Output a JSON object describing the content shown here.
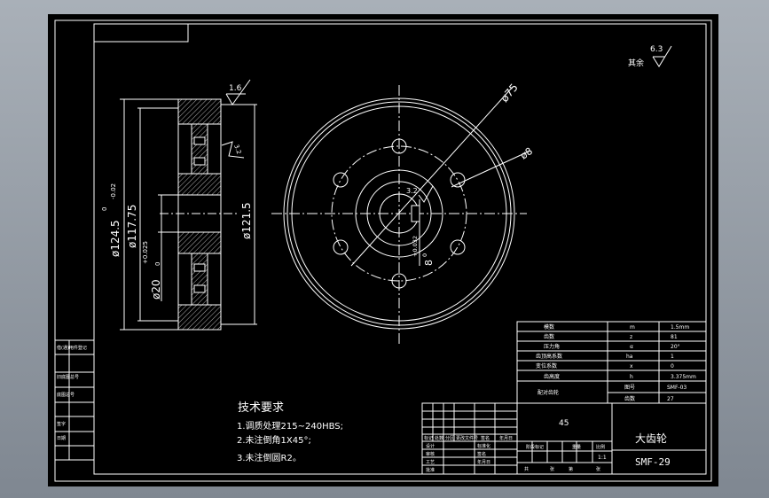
{
  "top_labels": {
    "surface_finish_general_label": "其余",
    "surface_finish_general_value": "6.3",
    "surface_finish_side": "1.6"
  },
  "side_view": {
    "dia_outer": "ø124.5",
    "dia_outer_tol_upper": "0",
    "dia_outer_tol_lower": "-0.02",
    "dia_mid": "ø117.75",
    "dia_bore": "ø20",
    "dia_bore_tol_upper": "+0.025",
    "dia_bore_tol_lower": "0",
    "dia_root": "ø121.5",
    "roughness_rib": "3.2"
  },
  "front_view": {
    "dia_pitch": "ø75",
    "dia_holes": "ø8",
    "keyway_roughness": "3.2",
    "keyway_dim": "8",
    "keyway_tol_upper": "+0.032",
    "keyway_tol_lower": "0"
  },
  "gear_table": {
    "rows": [
      {
        "name": "模数",
        "sym": "m",
        "val": "1.5mm"
      },
      {
        "name": "齿数",
        "sym": "z",
        "val": "81"
      },
      {
        "name": "压力角",
        "sym": "α",
        "val": "20°"
      },
      {
        "name": "齿顶高系数",
        "sym": "ha",
        "val": "1"
      },
      {
        "name": "变位系数",
        "sym": "x",
        "val": "0"
      },
      {
        "name": "齿高度",
        "sym": "h",
        "val": "3.375mm"
      }
    ],
    "mating_label": "配对齿轮",
    "mating_rows": [
      {
        "sym": "图号",
        "val": "SMF-03"
      },
      {
        "sym": "齿数",
        "val": "27"
      }
    ]
  },
  "tech_requirements": {
    "title": "技术要求",
    "items": [
      "1.调质处理215~240HBS;",
      "2.未注倒角1X45°;",
      "3.未注倒圆R2。"
    ]
  },
  "title_block": {
    "material": "45",
    "part_name": "大齿轮",
    "drawing_no": "SMF-29",
    "scale": "1:1",
    "left_cells": [
      "标记",
      "处数",
      "分区",
      "更改文件号",
      "签名",
      "年月日"
    ],
    "left_rows": [
      "设计",
      "审核",
      "工艺",
      "批准"
    ],
    "left_row_extra": [
      "标准化"
    ],
    "mid_cells": [
      "阶段标记",
      "重量",
      "比例"
    ],
    "bottom_cells": [
      "共",
      "张",
      "第",
      "张"
    ]
  },
  "left_strip": {
    "cells": [
      "借(通)用件登记",
      "旧底图总号",
      "底图总号",
      "签字",
      "日期"
    ]
  }
}
